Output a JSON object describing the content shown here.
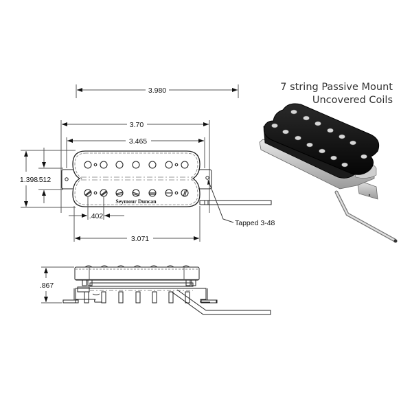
{
  "title": {
    "line1": "7 string Passive Mount",
    "line2": "Uncovered Coils"
  },
  "top_view": {
    "brand_label": "Seymour Duncan",
    "dimensions": {
      "overall_mount_width": "3.980",
      "bobbin_length": "3.70",
      "pole_span": "3.465",
      "overall_height": "1.398",
      "coil_gap": ".512",
      "pole_spacing": ".402",
      "mount_hole_spacing": "3.071"
    },
    "callout": "Tapped 3-48",
    "pole_count_per_coil": 7
  },
  "side_view": {
    "dimensions": {
      "height": ".867"
    }
  },
  "render_3d": {
    "description": "black uncovered humbucker with nickel baseplate and lead wire",
    "colors": {
      "bobbin": "#111111",
      "pole": "#d9d9d9",
      "baseplate": "#c8c8c8"
    }
  },
  "colors": {
    "line": "#222222",
    "dim_line": "#555555",
    "background": "#ffffff"
  }
}
